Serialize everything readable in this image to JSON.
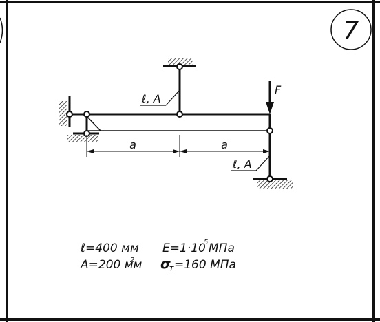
{
  "problem_number": "7",
  "labels": {
    "force": "F",
    "rod_top": "ℓ, A",
    "rod_right": "ℓ, A",
    "dim_left": "a",
    "dim_right": "a"
  },
  "given": {
    "length": "ℓ=400 мм",
    "area_text": "A=200 мм",
    "area_exp": "2",
    "modulus_prefix": "E=1·10",
    "modulus_exp": "5",
    "modulus_unit": "МПа",
    "yield_sigma": "σ",
    "yield_sub": "T",
    "yield_value": "=160 МПа"
  }
}
